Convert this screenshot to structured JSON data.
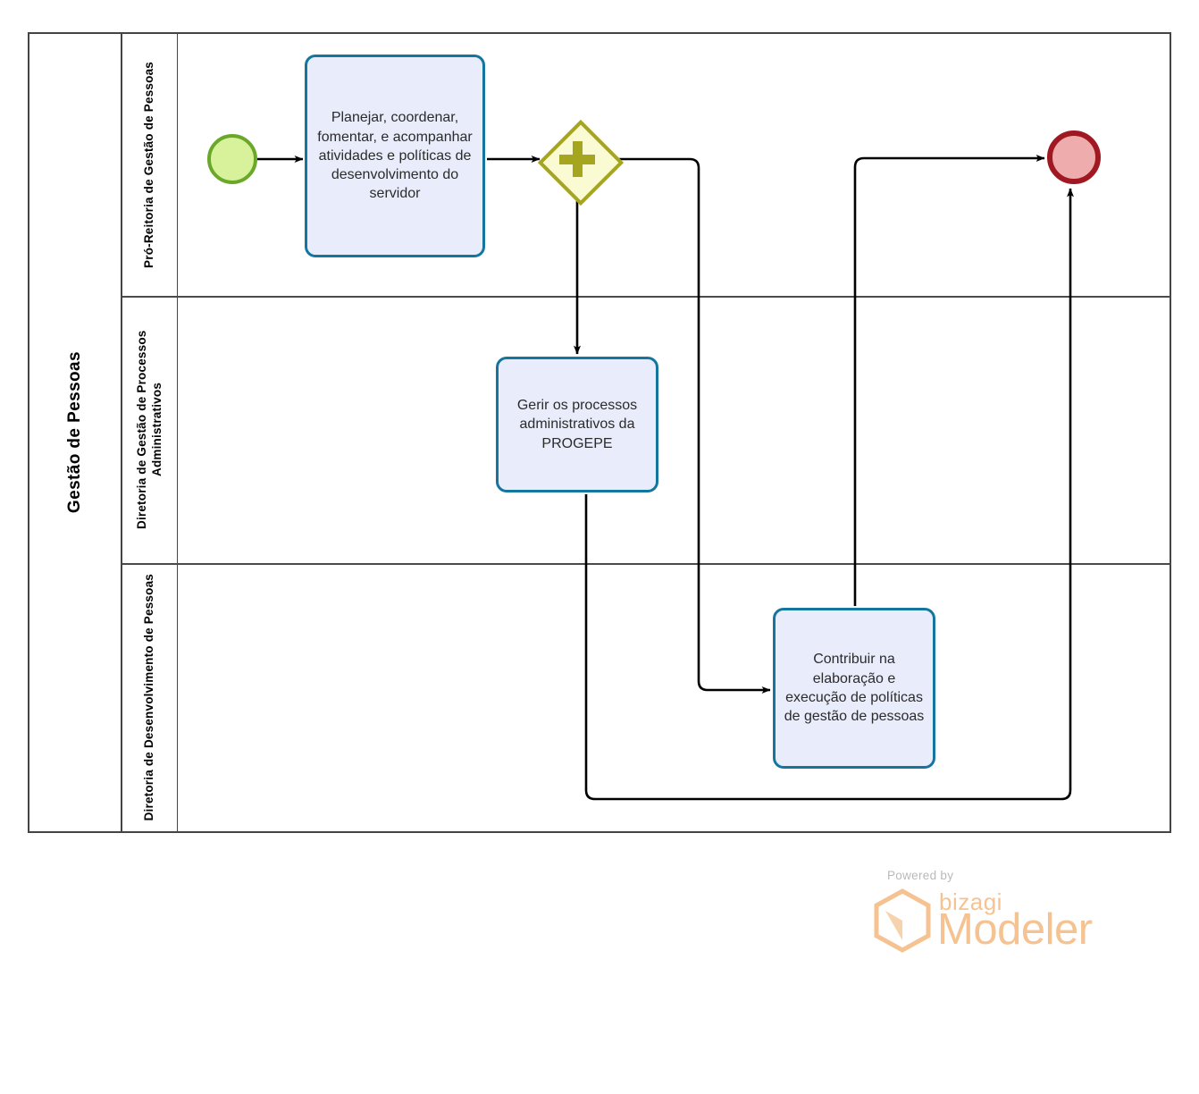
{
  "pool": {
    "title": "Gestão de Pessoas",
    "lanes": [
      {
        "id": "lane-pro-reitoria",
        "label": "Pró-Reitoria de Gestão de Pessoas"
      },
      {
        "id": "lane-processos-administrativos",
        "label": "Diretoria de Gestão de Processos Administrativos"
      },
      {
        "id": "lane-desenvolvimento-pessoas",
        "label": "Diretoria de Desenvolvimento de Pessoas"
      }
    ]
  },
  "diagram": {
    "type": "bpmn-process",
    "events": [
      {
        "id": "start-event",
        "kind": "start",
        "label": "",
        "lane": "lane-pro-reitoria",
        "fill": "#d7f29a",
        "stroke": "#6aa82a"
      },
      {
        "id": "end-event",
        "kind": "end",
        "label": "",
        "lane": "lane-pro-reitoria",
        "fill": "#eeacac",
        "stroke": "#a01822"
      }
    ],
    "gateways": [
      {
        "id": "parallel-gateway",
        "kind": "parallel",
        "symbol": "+",
        "label": "",
        "lane": "lane-pro-reitoria",
        "fill": "#fbfbd3",
        "stroke": "#a5a520"
      }
    ],
    "tasks": [
      {
        "id": "task-planejar",
        "label": "Planejar, coordenar, fomentar, e acompanhar atividades e políticas de desenvolvimento do servidor",
        "lane": "lane-pro-reitoria",
        "fill": "#e9edfb",
        "stroke": "#14759f"
      },
      {
        "id": "task-gerir-processos",
        "label": "Gerir os processos administrativos da PROGEPE",
        "lane": "lane-processos-administrativos",
        "fill": "#e9edfb",
        "stroke": "#14759f"
      },
      {
        "id": "task-contribuir-politicas",
        "label": "Contribuir na elaboração e execução de políticas de gestão de pessoas",
        "lane": "lane-desenvolvimento-pessoas",
        "fill": "#e9edfb",
        "stroke": "#14759f"
      }
    ],
    "flows": [
      {
        "id": "flow-start-to-planejar",
        "from": "start-event",
        "to": "task-planejar",
        "label": ""
      },
      {
        "id": "flow-planejar-to-gateway",
        "from": "task-planejar",
        "to": "parallel-gateway",
        "label": ""
      },
      {
        "id": "flow-gateway-to-gerir",
        "from": "parallel-gateway",
        "to": "task-gerir-processos",
        "label": ""
      },
      {
        "id": "flow-gateway-to-contribuir",
        "from": "parallel-gateway",
        "to": "task-contribuir-politicas",
        "label": ""
      },
      {
        "id": "flow-contribuir-to-end",
        "from": "task-contribuir-politicas",
        "to": "end-event",
        "label": ""
      },
      {
        "id": "flow-gerir-to-end",
        "from": "task-gerir-processos",
        "to": "end-event",
        "label": ""
      }
    ]
  },
  "watermark": {
    "powered_by": "Powered by",
    "brand": "bizagi",
    "product": "Modeler",
    "color": "#f5c392"
  }
}
